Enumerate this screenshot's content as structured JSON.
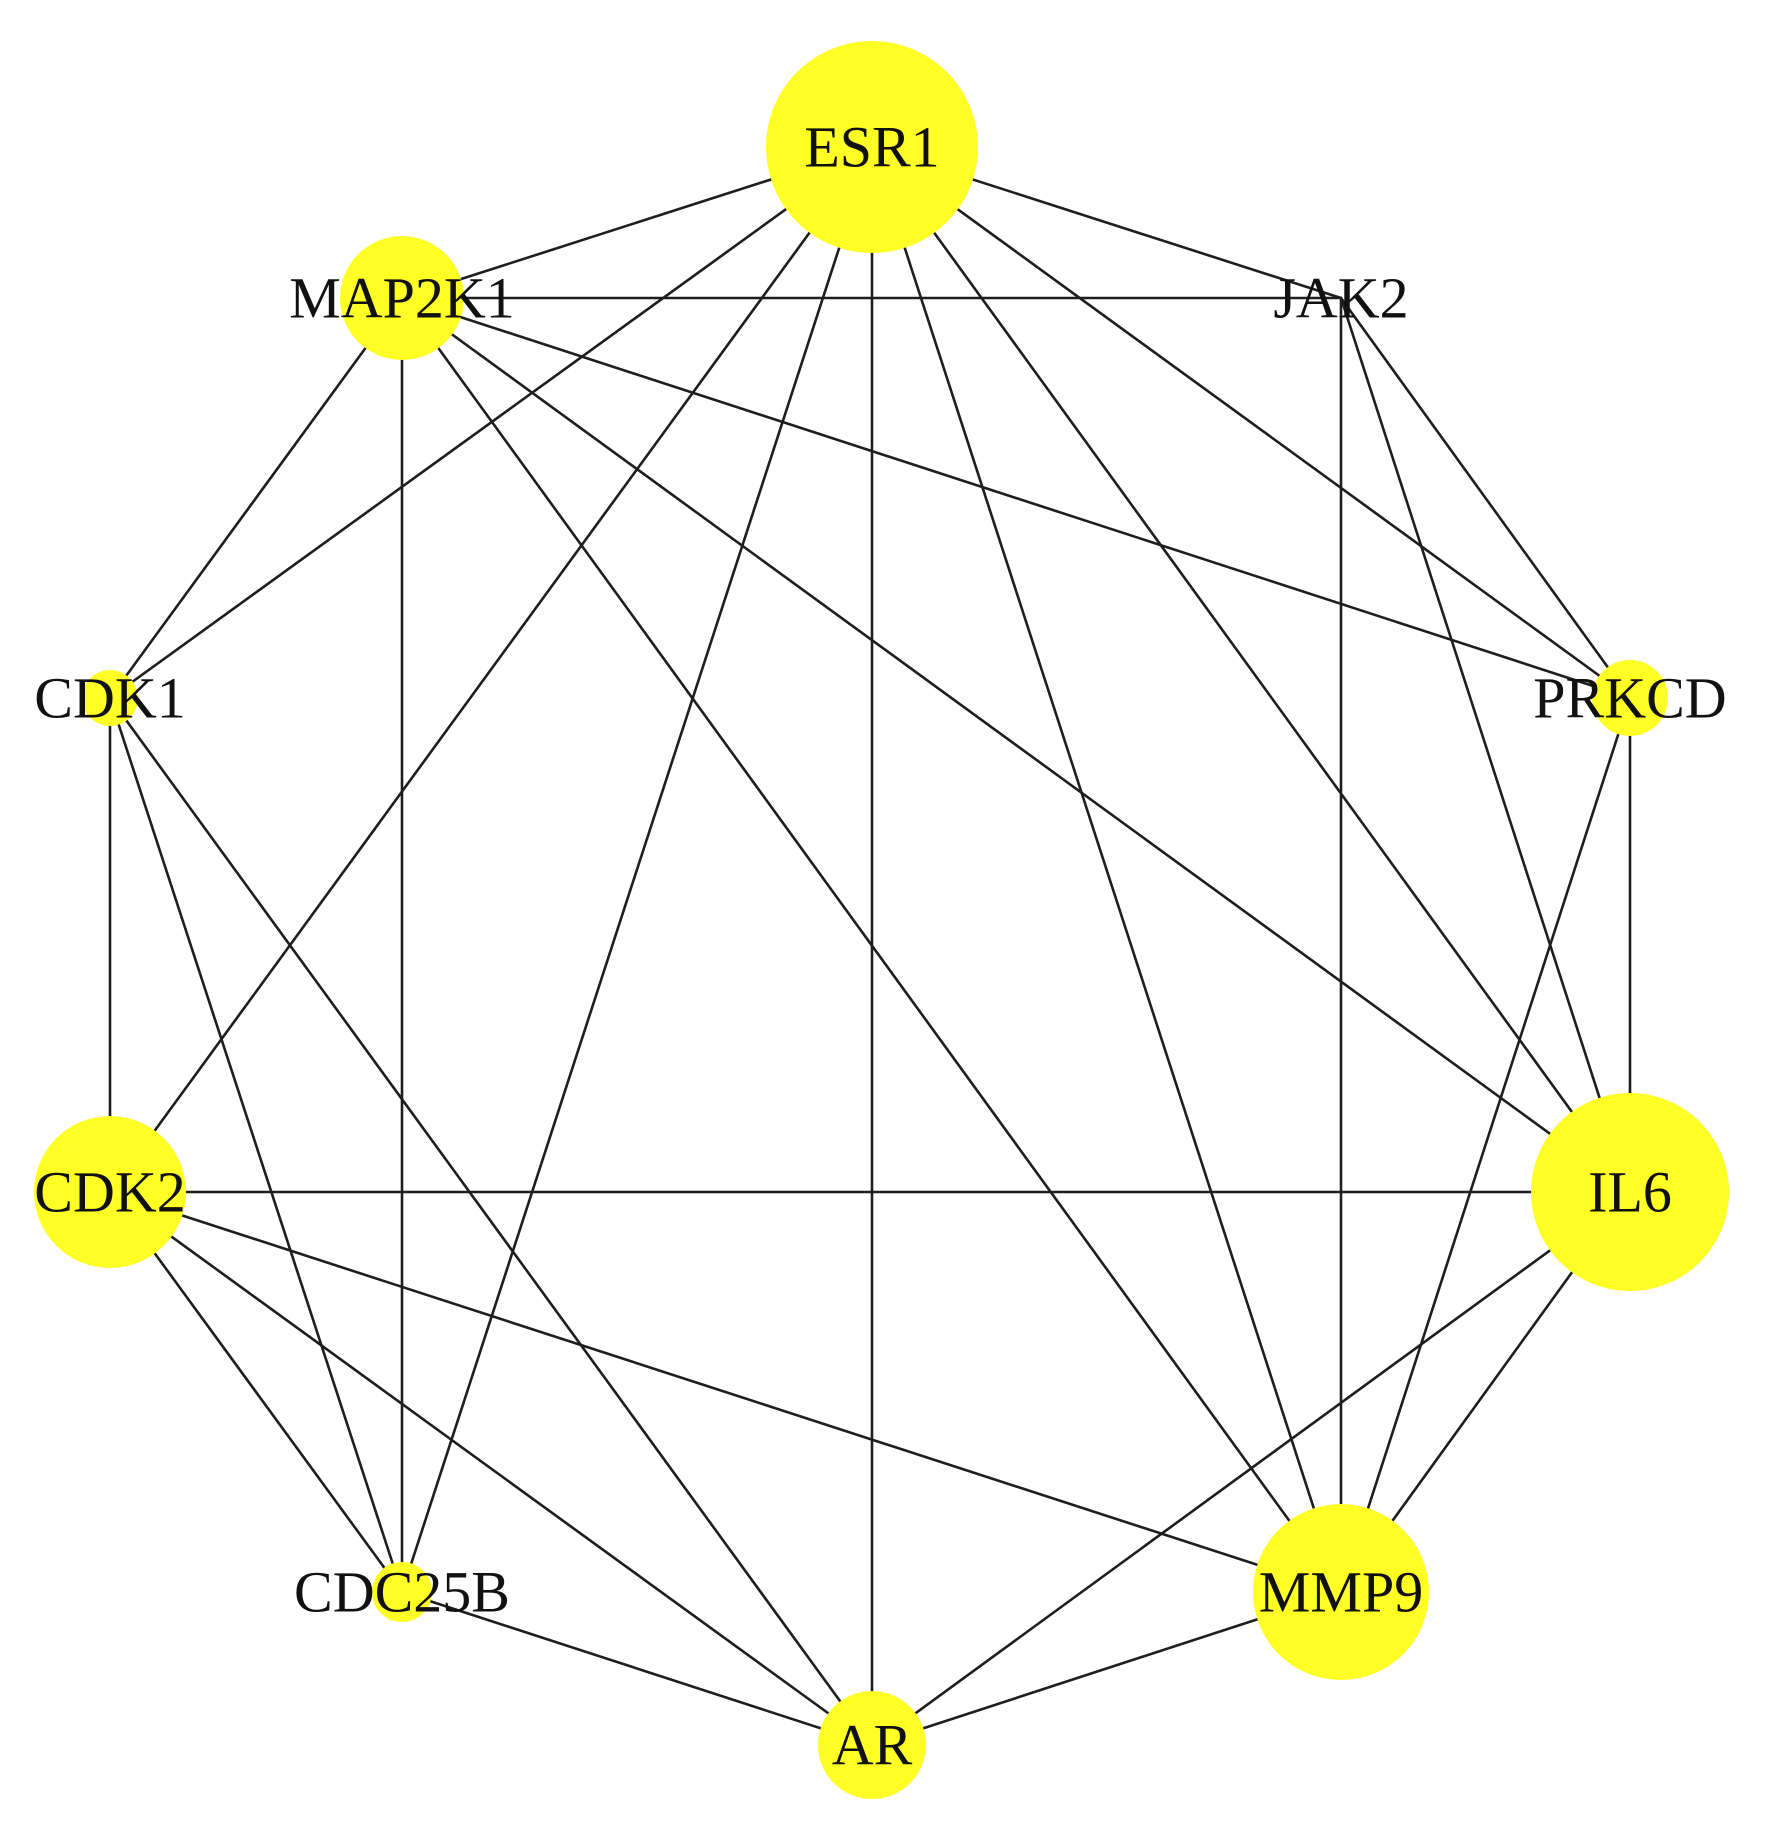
{
  "network": {
    "node_color": "#ffff26",
    "edge_color": "#1e1e1e",
    "background": "#ffffff",
    "nodes": [
      {
        "id": "ESR1",
        "label": "ESR1",
        "degree": 10
      },
      {
        "id": "JAK2",
        "label": "JAK2",
        "degree": 4
      },
      {
        "id": "PRKCD",
        "label": "PRKCD",
        "degree": 5
      },
      {
        "id": "IL6",
        "label": "IL6",
        "degree": 8
      },
      {
        "id": "MMP9",
        "label": "MMP9",
        "degree": 8
      },
      {
        "id": "AR",
        "label": "AR",
        "degree": 7
      },
      {
        "id": "CDC25B",
        "label": "CDC25B",
        "degree": 6
      },
      {
        "id": "CDK2",
        "label": "CDK2",
        "degree": 8
      },
      {
        "id": "CDK1",
        "label": "CDK1",
        "degree": 5
      },
      {
        "id": "MAP2K1",
        "label": "MAP2K1",
        "degree": 7
      }
    ],
    "edges": [
      [
        "ESR1",
        "MAP2K1"
      ],
      [
        "ESR1",
        "JAK2"
      ],
      [
        "ESR1",
        "CDK1"
      ],
      [
        "ESR1",
        "CDK2"
      ],
      [
        "ESR1",
        "CDC25B"
      ],
      [
        "ESR1",
        "AR"
      ],
      [
        "ESR1",
        "MMP9"
      ],
      [
        "ESR1",
        "IL6"
      ],
      [
        "ESR1",
        "PRKCD"
      ],
      [
        "MAP2K1",
        "JAK2"
      ],
      [
        "MAP2K1",
        "CDK1"
      ],
      [
        "MAP2K1",
        "CDC25B"
      ],
      [
        "MAP2K1",
        "MMP9"
      ],
      [
        "MAP2K1",
        "IL6"
      ],
      [
        "MAP2K1",
        "PRKCD"
      ],
      [
        "JAK2",
        "MMP9"
      ],
      [
        "JAK2",
        "IL6"
      ],
      [
        "JAK2",
        "PRKCD"
      ],
      [
        "PRKCD",
        "IL6"
      ],
      [
        "PRKCD",
        "MMP9"
      ],
      [
        "IL6",
        "CDK2"
      ],
      [
        "IL6",
        "MMP9"
      ],
      [
        "IL6",
        "AR"
      ],
      [
        "CDK1",
        "CDK2"
      ],
      [
        "CDK1",
        "CDC25B"
      ],
      [
        "CDK1",
        "AR"
      ],
      [
        "CDK2",
        "CDC25B"
      ],
      [
        "CDK2",
        "AR"
      ],
      [
        "CDK2",
        "MMP9"
      ],
      [
        "CDC25B",
        "AR"
      ],
      [
        "AR",
        "MMP9"
      ]
    ]
  }
}
